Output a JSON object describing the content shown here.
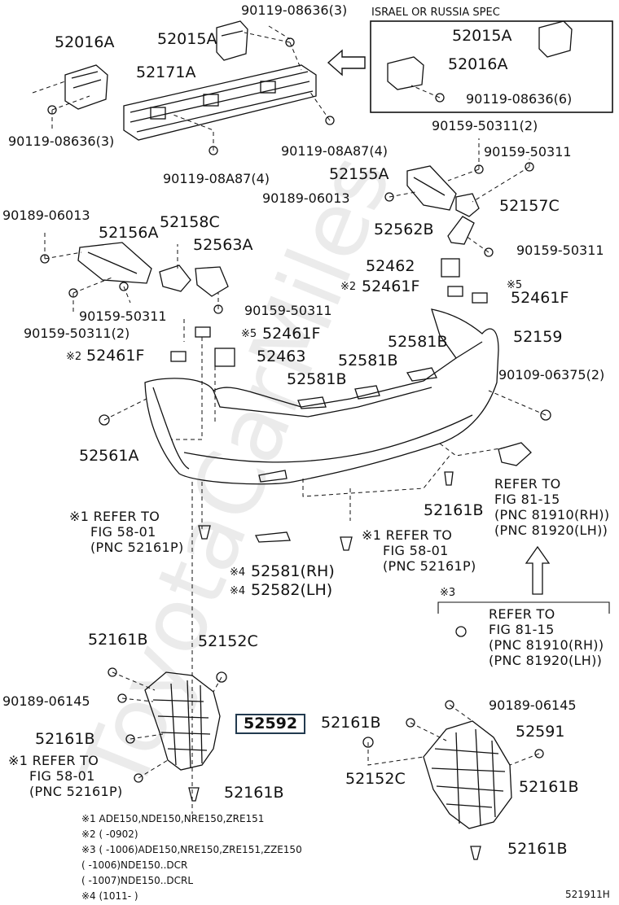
{
  "spec_box": {
    "title": "ISRAEL OR RUSSIA SPEC",
    "parts": [
      "52015A",
      "52016A",
      "90119-08636(6)"
    ]
  },
  "labels": {
    "p90119_08636_3_top": "90119-08636(3)",
    "p52016A": "52016A",
    "p52015A": "52015A",
    "p52171A": "52171A",
    "p90119_08636_3_left": "90119-08636(3)",
    "p90119_08A87_4_right": "90119-08A87(4)",
    "p90119_08A87_4_bottom": "90119-08A87(4)",
    "p90159_50311_2_top": "90159-50311(2)",
    "p90159_50311_r1": "90159-50311",
    "p52155A": "52155A",
    "p90189_06013_mid": "90189-06013",
    "p52157C": "52157C",
    "p90189_06013_left": "90189-06013",
    "p52158C": "52158C",
    "p52156A": "52156A",
    "p52563A": "52563A",
    "p52562B": "52562B",
    "p90159_50311_r2": "90159-50311",
    "p52462": "52462",
    "p52461F_a": "52461F",
    "p52461F_b": "52461F",
    "p90159_50311_mid": "90159-50311",
    "p90159_50311_left": "90159-50311",
    "p90159_50311_2_left": "90159-50311(2)",
    "p52461F_c": "52461F",
    "p52159": "52159",
    "p52581B_a": "52581B",
    "p52463": "52463",
    "p52461F_d": "52461F",
    "p52581B_b": "52581B",
    "p90109_06375_2": "90109-06375(2)",
    "p52581B_c": "52581B",
    "p52561A": "52561A",
    "p52161B_a": "52161B",
    "p52581RH": "52581(RH)",
    "p52582LH": "52582(LH)",
    "p52161B_b": "52161B",
    "p52152C_top": "52152C",
    "p90189_06145_left": "90189-06145",
    "p52592": "52592",
    "p52161B_c": "52161B",
    "p52161B_d": "52161B",
    "p90189_06145_right": "90189-06145",
    "p52161B_e": "52161B",
    "p52591": "52591",
    "p52152C_bottom": "52152C",
    "p52161B_f": "52161B",
    "p52161B_g": "52161B"
  },
  "marks": {
    "m1": "※1",
    "m2": "※2",
    "m3": "※3",
    "m4": "※4",
    "m5": "※5"
  },
  "refs": {
    "ref1": [
      "REFER TO",
      "FIG 81-15",
      "(PNC 81910(RH))",
      "(PNC 81920(LH))"
    ],
    "ref2": [
      "REFER TO",
      "FIG 58-01",
      "(PNC 52161P)"
    ],
    "ref3": [
      "REFER TO",
      "FIG 58-01",
      "(PNC 52161P)"
    ],
    "ref4": [
      "REFER TO",
      "FIG 81-15",
      "(PNC 81910(RH))",
      "(PNC 81920(LH))"
    ],
    "ref5": [
      "REFER TO",
      "FIG 58-01",
      "(PNC 52161P)"
    ]
  },
  "footnotes": [
    "※1 ADE150,NDE150,NRE150,ZRE151",
    "※2 (      -0902)",
    "※3 (      -1006)ADE150,NRE150,ZRE151,ZZE150",
    "     (      -1006)NDE150..DCR",
    "     (      -1007)NDE150..DCRL",
    "※4 (1011-      )"
  ],
  "figure_id": "521911H",
  "watermark": "ToyotaCarMiles"
}
